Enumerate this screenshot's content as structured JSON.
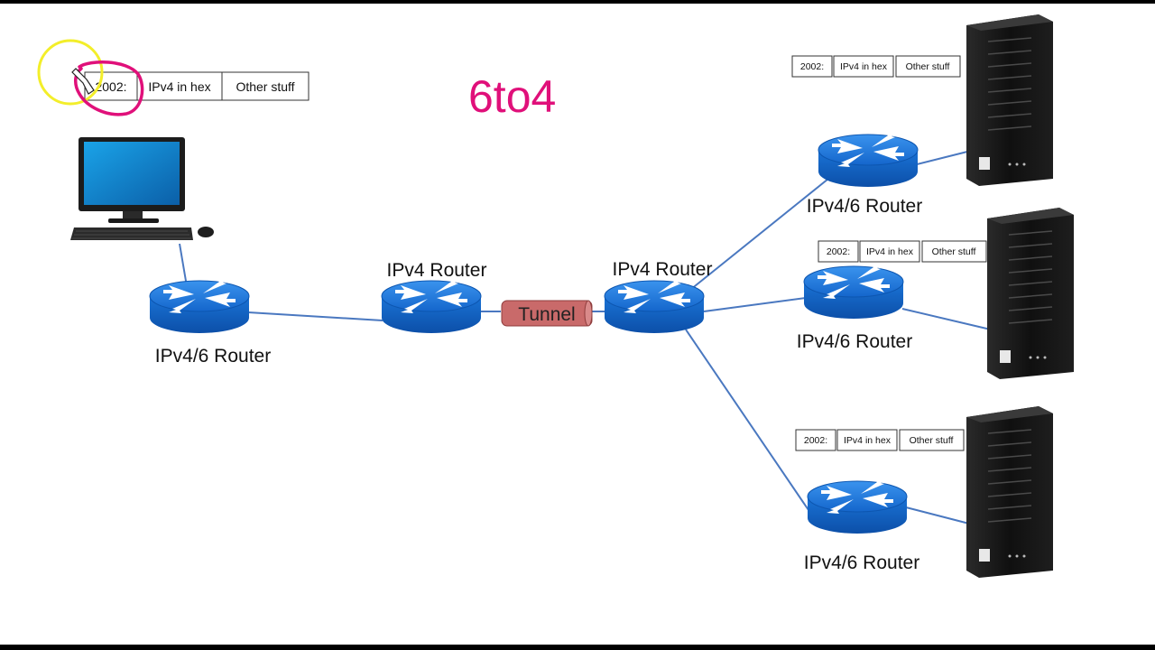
{
  "handwritten_title": "6to4",
  "routers": {
    "left": "IPv4/6 Router",
    "middle": "IPv4 Router",
    "center": "IPv4 Router",
    "right_top": "IPv4/6 Router",
    "right_mid": "IPv4/6 Router",
    "right_bottom": "IPv4/6 Router"
  },
  "tunnel_label": "Tunnel",
  "address_format": {
    "prefix": "2002:",
    "middle": "IPv4 in hex",
    "suffix": "Other stuff"
  },
  "colors": {
    "router_blue": "#1670d8",
    "link_blue": "#4a78c0",
    "tunnel_red": "#c96a6a",
    "pen_pink": "#e0107a",
    "highlight_yellow": "#f3ee2a"
  }
}
